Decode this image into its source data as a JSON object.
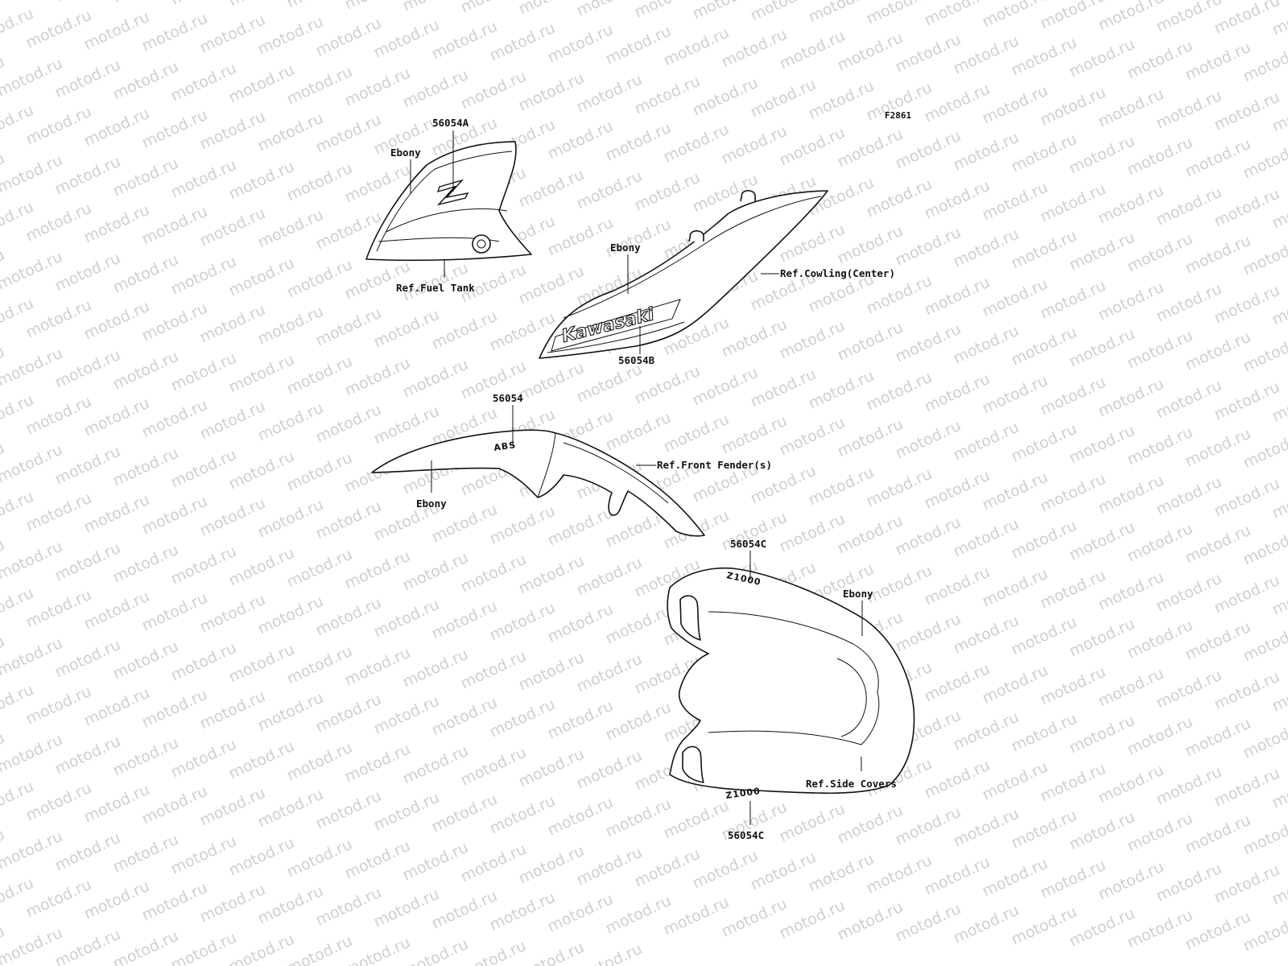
{
  "watermark": "motod.ru",
  "figure_id": "F2861",
  "colors": {
    "line": "#111111",
    "watermark": "#cfcfcf",
    "background": "#ffffff"
  },
  "labels": {
    "tank_part": "56054A",
    "tank_color": "Ebony",
    "tank_ref": "Ref.Fuel Tank",
    "cowl_color": "Ebony",
    "cowl_ref": "Ref.Cowling(Center)",
    "cowl_part": "56054B",
    "fender_part": "56054",
    "fender_ref": "Ref.Front Fender(s)",
    "fender_color": "Ebony",
    "cover_part_top": "56054C",
    "cover_color": "Ebony",
    "cover_ref": "Ref.Side Covers",
    "cover_part_bottom": "56054C"
  },
  "decals": {
    "tank_logo": "Z",
    "cowl_logo": "Kawasaki",
    "fender_logo": "ABS",
    "cover_logo": "Z1000"
  }
}
